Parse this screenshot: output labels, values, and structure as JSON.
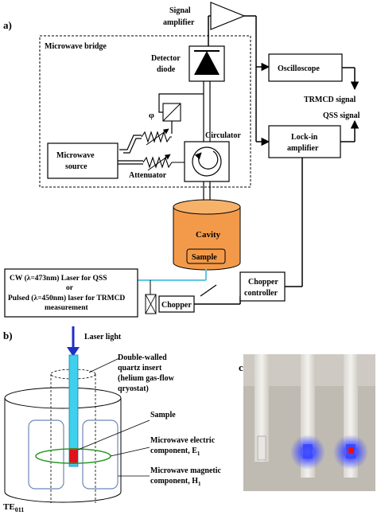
{
  "colors": {
    "line": "#000000",
    "cavity_fill": "#f39a4a",
    "cavity_top": "#f7b26a",
    "laser_beam": "#5bc7e6",
    "laser_arrow": "#1f2fc8",
    "insert_fill": "#3fd0ee",
    "sample_red": "#e2121c",
    "electric_ring": "#2a9a2a",
    "magnetic_loop": "#6e87b8",
    "photo_bg": "#bfbab2",
    "glow_blue": "#3a46ff"
  },
  "panel_a": {
    "label": "a)",
    "signal_amplifier": "Signal amplifier",
    "microwave_bridge": "Microwave bridge",
    "detector_diode": "Detector diode",
    "phi": "φ",
    "circulator": "Circulator",
    "microwave_source": "Microwave source",
    "attenuator": "Attenuator",
    "oscilloscope": "Oscilloscope",
    "trmcd_signal": "TRMCD signal",
    "qss_signal": "QSS signal",
    "lockin": "Lock-in amplifier",
    "cavity": "Cavity",
    "sample": "Sample",
    "laser_line1": "CW (λ=473nm) Laser for QSS",
    "laser_line2": "or",
    "laser_line3": "Pulsed (λ=450nm) laser for TRMCD",
    "laser_line4": "measurement",
    "chopper": "Chopper",
    "chopper_controller": "Chopper controller"
  },
  "panel_b": {
    "label": "b)",
    "laser_light": "Laser light",
    "insert_line1": "Double-walled",
    "insert_line2": "quartz insert",
    "insert_line3": "(helium gas-flow",
    "insert_line4": "qryostat)",
    "sample": "Sample",
    "electric_line1": "Microwave electric",
    "electric_line2": "component, E",
    "electric_sub": "1",
    "magnetic_line1": "Microwave magnetic",
    "magnetic_line2": "component, H",
    "magnetic_sub": "1",
    "mode": "TE",
    "mode_sub": "011"
  },
  "panel_c": {
    "label": "c)"
  }
}
